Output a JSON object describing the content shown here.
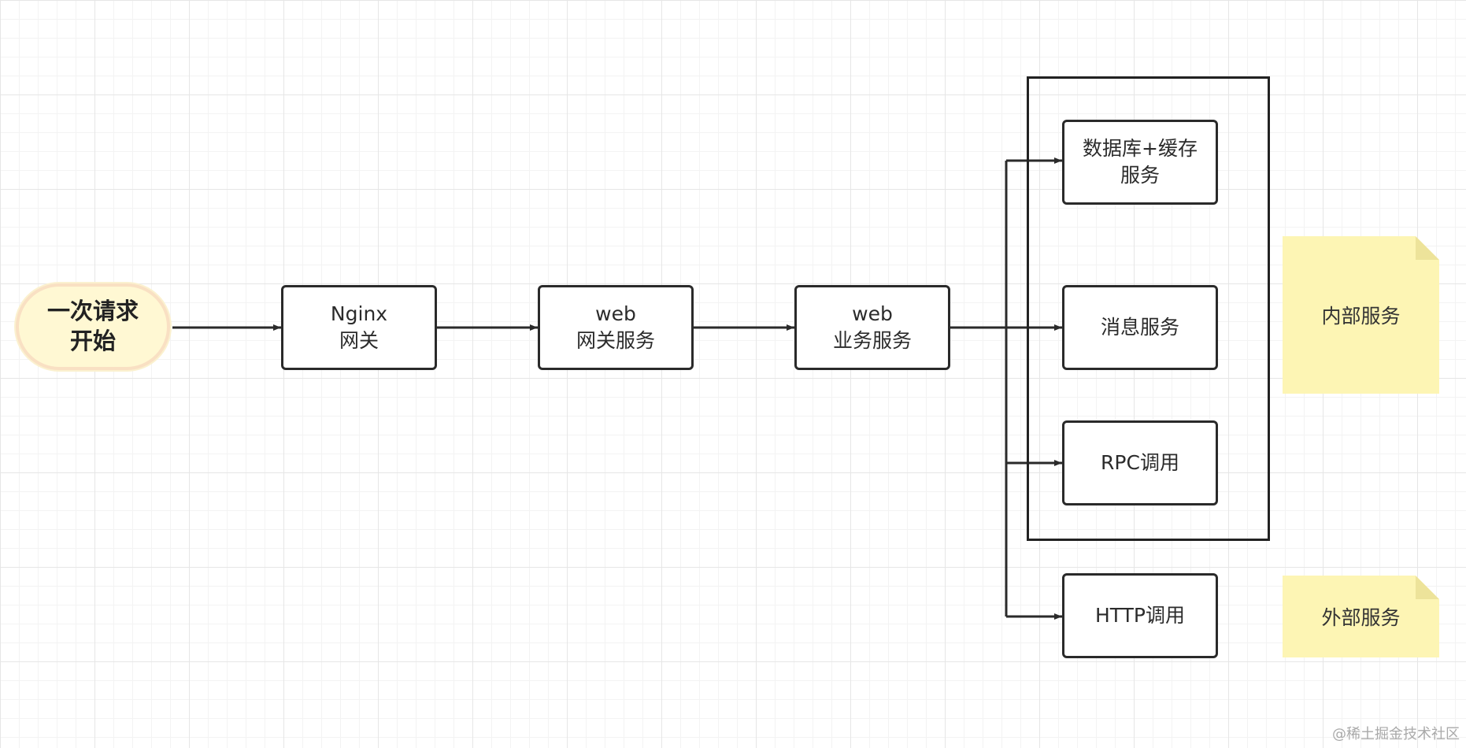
{
  "start": {
    "line1": "一次请求",
    "line2": "开始"
  },
  "nodes": {
    "nginx": {
      "line1": "Nginx",
      "line2": "网关"
    },
    "web_gateway": {
      "line1": "web",
      "line2": "网关服务"
    },
    "web_business": {
      "line1": "web",
      "line2": "业务服务"
    },
    "db_cache": {
      "line1": "数据库+缓存",
      "line2": "服务"
    },
    "message": {
      "label": "消息服务"
    },
    "rpc": {
      "label": "RPC调用"
    },
    "http": {
      "label": "HTTP调用"
    }
  },
  "notes": {
    "internal": "内部服务",
    "external": "外部服务"
  },
  "watermark": "@稀土掘金技术社区",
  "colors": {
    "stroke": "#2a2a2a",
    "start_fill": "#fff8d3",
    "start_border": "#f9e0c3",
    "note_fill": "#fdf5b4"
  }
}
